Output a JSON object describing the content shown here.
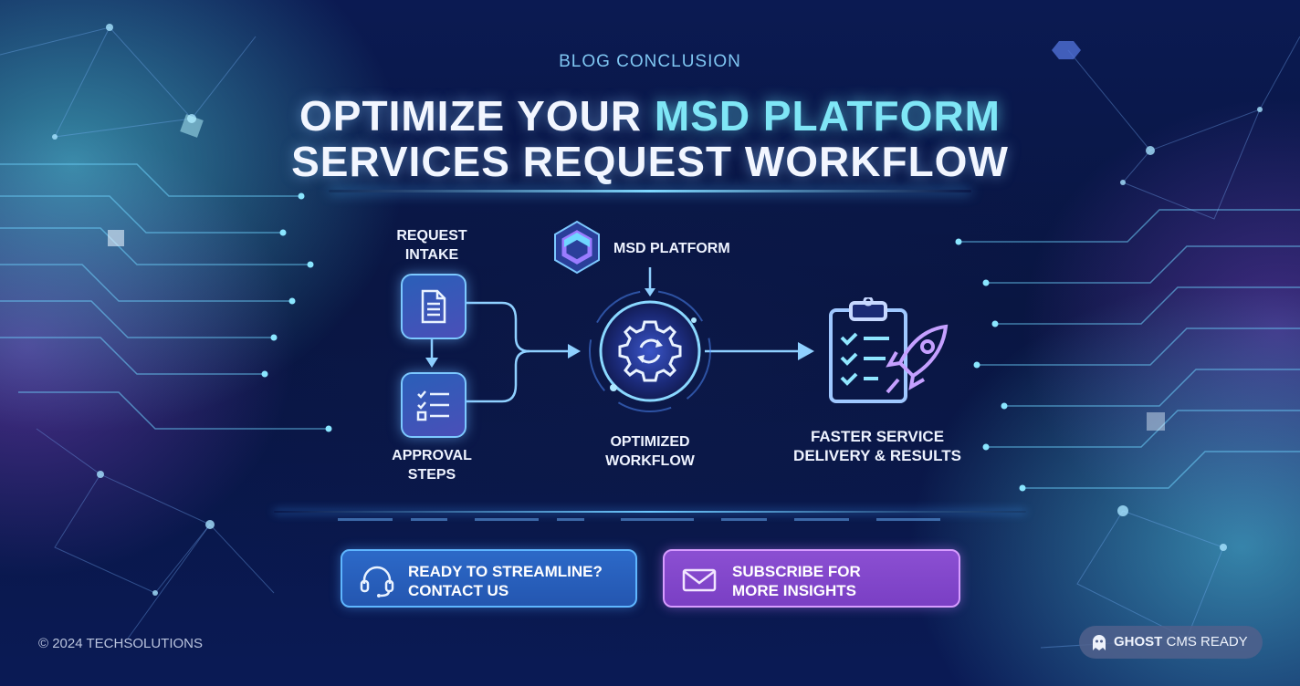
{
  "header": {
    "eyebrow": "BLOG CONCLUSION",
    "title_line1_prefix": "OPTIMIZE YOUR ",
    "title_line1_accent": "MSD PLATFORM",
    "title_line2": "SERVICES REQUEST WORKFLOW"
  },
  "workflow": {
    "request_intake": {
      "line1": "REQUEST",
      "line2": "INTAKE",
      "icon": "document-icon"
    },
    "approval_steps": {
      "line1": "APPROVAL",
      "line2": "STEPS",
      "icon": "checklist-icon"
    },
    "platform": {
      "label": "MSD PLATFORM",
      "icon": "hexagon-logo-icon"
    },
    "optimized": {
      "line1": "OPTIMIZED",
      "line2": "WORKFLOW",
      "icon": "gear-sync-icon"
    },
    "results": {
      "line1": "FASTER SERVICE",
      "line2": "DELIVERY & RESULTS",
      "icon": "clipboard-rocket-icon"
    }
  },
  "cta": {
    "contact": {
      "line1": "READY TO STREAMLINE?",
      "line2": "CONTACT US",
      "icon": "headset-icon"
    },
    "subscribe": {
      "line1": "SUBSCRIBE FOR",
      "line2": "MORE INSIGHTS",
      "icon": "envelope-icon"
    }
  },
  "footer": {
    "copyright": "© 2024 TECHSOLUTIONS",
    "badge_bold": "GHOST",
    "badge_rest": " CMS READY",
    "badge_icon": "ghost-icon"
  },
  "colors": {
    "accent": "#7fe6f6",
    "contact_button": "#2c69c8",
    "subscribe_button": "#8b4fd2"
  }
}
